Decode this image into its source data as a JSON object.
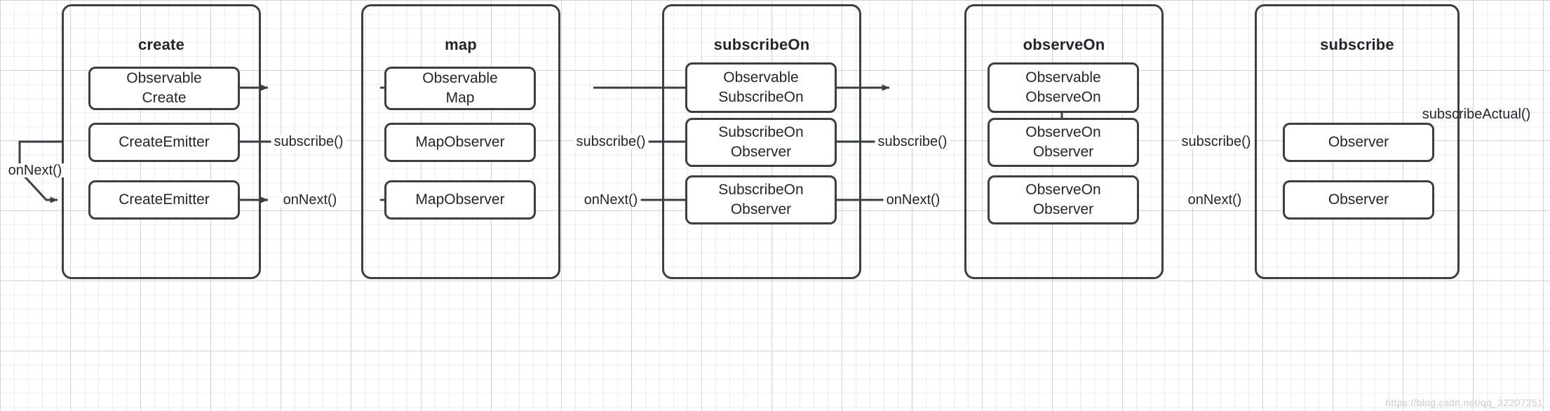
{
  "diagram": {
    "title_hidden": "",
    "stroke_color": "#3b3f43",
    "text_color": "#232629",
    "background": "#ffffff",
    "grid_color": "#aab4be",
    "watermark": "https://blog.csdn.net/qq_32207251"
  },
  "panels": [
    {
      "id": "create",
      "title": "create",
      "nodes": [
        {
          "id": "observable-create",
          "label": "Observable\nCreate"
        },
        {
          "id": "create-emitter-subscribe",
          "label": "CreateEmitter"
        },
        {
          "id": "create-emitter-onnext",
          "label": "CreateEmitter"
        }
      ]
    },
    {
      "id": "map",
      "title": "map",
      "nodes": [
        {
          "id": "observable-map",
          "label": "Observable\nMap"
        },
        {
          "id": "map-observer-subscribe",
          "label": "MapObserver"
        },
        {
          "id": "map-observer-onnext",
          "label": "MapObserver"
        }
      ]
    },
    {
      "id": "subscribeOn",
      "title": "subscribeOn",
      "nodes": [
        {
          "id": "observable-subscribeon",
          "label": "Observable\nSubscribeOn"
        },
        {
          "id": "subscribeon-observer-subscribe",
          "label": "SubscribeOn\nObserver"
        },
        {
          "id": "subscribeon-observer-onnext",
          "label": "SubscribeOn\nObserver"
        }
      ]
    },
    {
      "id": "observeOn",
      "title": "observeOn",
      "nodes": [
        {
          "id": "observable-observeon",
          "label": "Observable\nObserveOn"
        },
        {
          "id": "observeon-observer-subscribe",
          "label": "ObserveOn\nObserver"
        },
        {
          "id": "observeon-observer-onnext",
          "label": "ObserveOn\nObserver"
        }
      ]
    },
    {
      "id": "subscribe",
      "title": "subscribe",
      "nodes": [
        {
          "id": "observer-subscribe",
          "label": "Observer"
        },
        {
          "id": "observer-onnext",
          "label": "Observer"
        }
      ]
    }
  ],
  "edge_labels": {
    "subscribe_call": "subscribe()",
    "onnext_call": "onNext()",
    "subscribe_actual": "subscribeActual()",
    "onnext_left": "onNext()"
  },
  "edges": [
    {
      "id": "create-to-map-top",
      "from": "observable-create",
      "to": "observable-map",
      "label": "",
      "direction": "right"
    },
    {
      "id": "map-to-subscribeon-top",
      "from": "observable-map",
      "to": "observable-subscribeon",
      "label": "",
      "direction": "right"
    },
    {
      "id": "subscribeon-to-observeon-top",
      "from": "observable-subscribeon",
      "to": "observable-observeon",
      "label": "",
      "direction": "right"
    },
    {
      "id": "observeon-to-subscribe-top",
      "from": "observable-observeon",
      "to": "subscribe-panel",
      "label": "",
      "direction": "right"
    },
    {
      "id": "subscribe-actual-loop",
      "from": "subscribe-panel",
      "to": "observer-subscribe",
      "label": "subscribeActual()",
      "direction": "left"
    },
    {
      "id": "observer-to-observeon-subscribe",
      "from": "observer-subscribe",
      "to": "observeon-observer-subscribe",
      "label": "subscribe()",
      "direction": "left"
    },
    {
      "id": "observeon-to-subscribeon-subscribe",
      "from": "observeon-observer-subscribe",
      "to": "subscribeon-observer-subscribe",
      "label": "subscribe()",
      "direction": "left"
    },
    {
      "id": "subscribeon-to-map-subscribe",
      "from": "subscribeon-observer-subscribe",
      "to": "map-observer-subscribe",
      "label": "subscribe()",
      "direction": "left"
    },
    {
      "id": "map-to-create-subscribe",
      "from": "map-observer-subscribe",
      "to": "create-emitter-subscribe",
      "label": "subscribe()",
      "direction": "left"
    },
    {
      "id": "create-emitter-loop-onnext",
      "from": "create-emitter-subscribe",
      "to": "create-emitter-onnext",
      "label": "onNext()",
      "direction": "down-right"
    },
    {
      "id": "create-to-map-onnext",
      "from": "create-emitter-onnext",
      "to": "map-observer-onnext",
      "label": "onNext()",
      "direction": "right"
    },
    {
      "id": "map-to-subscribeon-onnext",
      "from": "map-observer-onnext",
      "to": "subscribeon-observer-onnext",
      "label": "onNext()",
      "direction": "right"
    },
    {
      "id": "subscribeon-to-observeon-onnext",
      "from": "subscribeon-observer-onnext",
      "to": "observeon-observer-onnext",
      "label": "onNext()",
      "direction": "right"
    },
    {
      "id": "observeon-to-observer-onnext",
      "from": "observeon-observer-onnext",
      "to": "observer-onnext",
      "label": "onNext()",
      "direction": "right"
    }
  ]
}
